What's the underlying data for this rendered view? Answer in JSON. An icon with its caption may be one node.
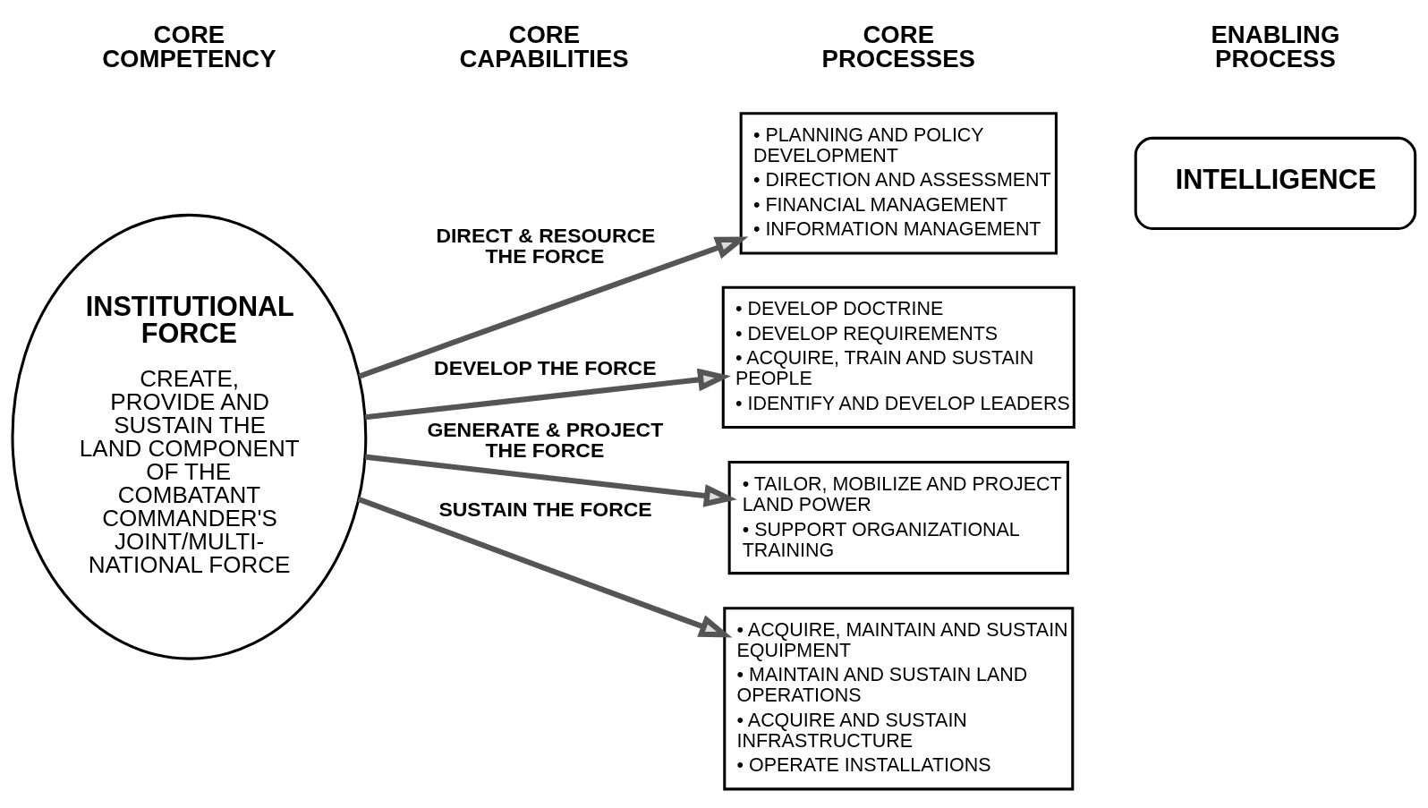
{
  "diagram": {
    "nodes": [
      {
        "text": [
          "INSTITUTIONAL FORCE",
          "CREATE, PROVIDE AND SUSTAIN THE LAND COMPONENT OF THE COMBATANT COMMANDER'S JOINT/MULTI-NATIONAL FORCE"
        ]
      },
      {
        "text": [
          "• PLANNING AND POLICY DEVELOPMENT",
          "• DIRECTION AND ASSESSMENT",
          "• FINANCIAL MANAGEMENT",
          "• INFORMATION MANAGEMENT"
        ]
      },
      {
        "text": [
          "• DEVELOP DOCTRINE",
          "• DEVELOP REQUIREMENTS",
          "• ACQUIRE, TRAIN AND SUSTAIN PEOPLE",
          "• IDENTIFY AND DEVELOP LEADERS"
        ]
      },
      {
        "text": [
          "• TAILOR, MOBILIZE AND PROJECT LAND POWER",
          "• SUPPORT ORGANIZATIONAL TRAINING"
        ]
      },
      {
        "text": [
          "• ACQUIRE, MAINTAIN AND SUSTAIN EQUIPMENT",
          "• MAINTAIN AND SUSTAIN LAND OPERATIONS",
          "• ACQUIRE AND SUSTAIN INFRASTRUCTURE",
          "• OPERATE INSTALLATIONS"
        ]
      },
      {
        "text": [
          "INTELLIGENCE"
        ]
      }
    ],
    "edges": [
      {
        "from": 0,
        "to": 1,
        "arrow": "to",
        "label": "DIRECT & RESOURCE THE FORCE"
      },
      {
        "from": 0,
        "to": 2,
        "arrow": "to",
        "label": "DEVELOP THE FORCE"
      },
      {
        "from": 0,
        "to": 3,
        "arrow": "to",
        "label": "GENERATE & PROJECT THE FORCE"
      },
      {
        "from": 0,
        "to": 4,
        "arrow": "to",
        "label": "SUSTAIN THE FORCE"
      }
    ],
    "labels": [
      "CORE COMPETENCY",
      "CORE CAPABILITIES",
      "CORE PROCESSES",
      "ENABLING PROCESS"
    ]
  }
}
